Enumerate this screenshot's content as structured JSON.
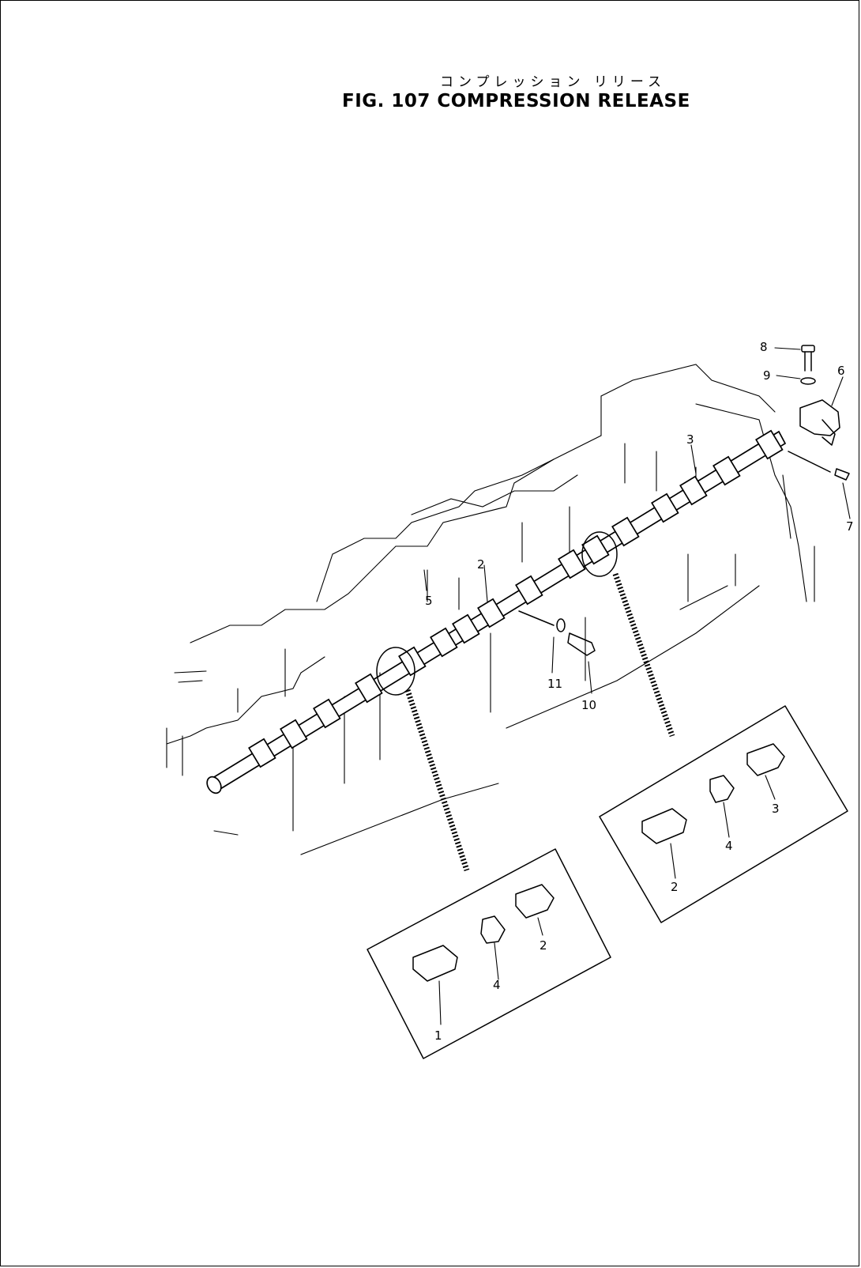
{
  "title": {
    "japanese": "コンプレッション リリース",
    "english": "FIG. 107 COMPRESSION RELEASE"
  },
  "callouts": {
    "c1": "1",
    "c2a": "2",
    "c2b": "2",
    "c2c": "2",
    "c3a": "3",
    "c3b": "3",
    "c4a": "4",
    "c4b": "4",
    "c5": "5",
    "c6": "6",
    "c7": "7",
    "c8": "8",
    "c9": "9",
    "c10": "10",
    "c11": "11"
  }
}
